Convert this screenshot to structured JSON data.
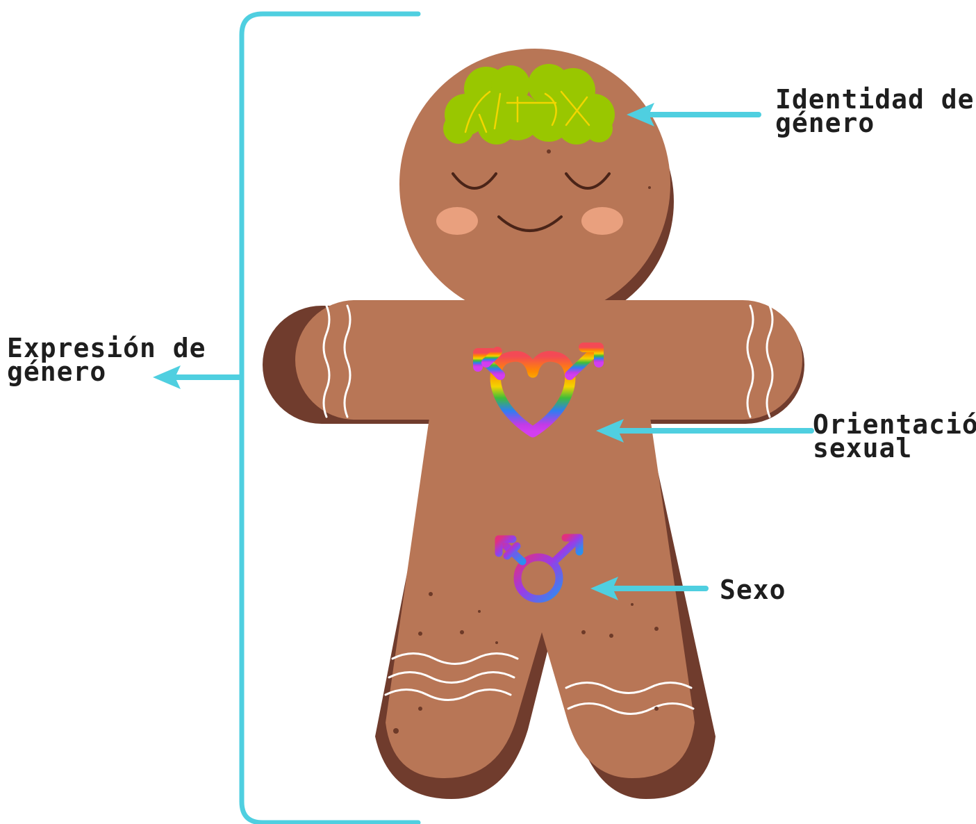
{
  "labels": {
    "identidad": {
      "line1": "Identidad de",
      "line2": "género"
    },
    "orientacion": {
      "line1": "Orientación",
      "line2": "sexual"
    },
    "sexo": {
      "line1": "Sexo"
    },
    "expresion": {
      "line1": "Expresión de",
      "line2": "género"
    }
  },
  "colors": {
    "accent": "#4fcfe0",
    "cookie": "#b87656",
    "cookie_shadow": "#703c2d",
    "brain": "#99c700",
    "text": "#1e1e1e"
  },
  "icons": {
    "brain": "brain-icon",
    "orientation_symbol": "rainbow-heart-gender-symbol-icon",
    "sex_symbol": "transgender-symbol-icon",
    "figure": "gingerbread-figure"
  }
}
